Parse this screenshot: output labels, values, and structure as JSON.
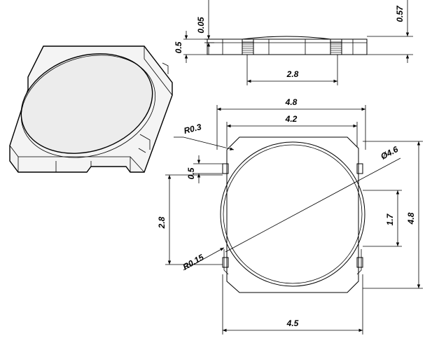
{
  "dimensions": {
    "top_thickness": "0.05",
    "side_height": "0.5",
    "side_total": "0.57",
    "side_width": "2.8",
    "top_width": "4.8",
    "top_inner": "4.2",
    "corner_radius": "R0.3",
    "diameter": "Ø4.6",
    "pad_small": "0.5",
    "pad_height_left": "2.8",
    "pad_height_right": "1.7",
    "height_total": "4.8",
    "corner_radius_small": "R0.15",
    "bottom_width": "4.5"
  }
}
